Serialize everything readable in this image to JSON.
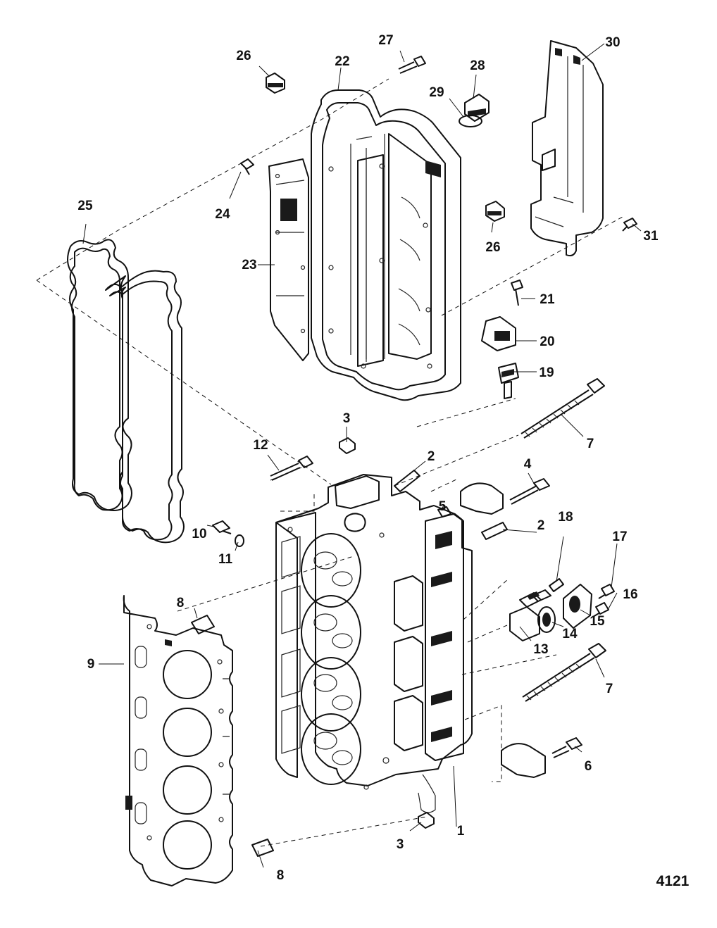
{
  "figure_number": "4121",
  "callouts": [
    {
      "part": "1",
      "label": "1"
    },
    {
      "part": "2a",
      "label": "2"
    },
    {
      "part": "2b",
      "label": "2"
    },
    {
      "part": "3a",
      "label": "3"
    },
    {
      "part": "3b",
      "label": "3"
    },
    {
      "part": "4",
      "label": "4"
    },
    {
      "part": "5",
      "label": "5"
    },
    {
      "part": "6",
      "label": "6"
    },
    {
      "part": "7a",
      "label": "7"
    },
    {
      "part": "7b",
      "label": "7"
    },
    {
      "part": "8a",
      "label": "8"
    },
    {
      "part": "8b",
      "label": "8"
    },
    {
      "part": "9",
      "label": "9"
    },
    {
      "part": "10",
      "label": "10"
    },
    {
      "part": "11",
      "label": "11"
    },
    {
      "part": "12",
      "label": "12"
    },
    {
      "part": "13",
      "label": "13"
    },
    {
      "part": "14",
      "label": "14"
    },
    {
      "part": "15",
      "label": "15"
    },
    {
      "part": "16",
      "label": "16"
    },
    {
      "part": "17",
      "label": "17"
    },
    {
      "part": "18",
      "label": "18"
    },
    {
      "part": "19",
      "label": "19"
    },
    {
      "part": "20",
      "label": "20"
    },
    {
      "part": "21",
      "label": "21"
    },
    {
      "part": "22",
      "label": "22"
    },
    {
      "part": "23",
      "label": "23"
    },
    {
      "part": "24",
      "label": "24"
    },
    {
      "part": "25",
      "label": "25"
    },
    {
      "part": "26a",
      "label": "26"
    },
    {
      "part": "26b",
      "label": "26"
    },
    {
      "part": "27",
      "label": "27"
    },
    {
      "part": "28",
      "label": "28"
    },
    {
      "part": "29",
      "label": "29"
    },
    {
      "part": "30",
      "label": "30"
    },
    {
      "part": "31",
      "label": "31"
    }
  ]
}
